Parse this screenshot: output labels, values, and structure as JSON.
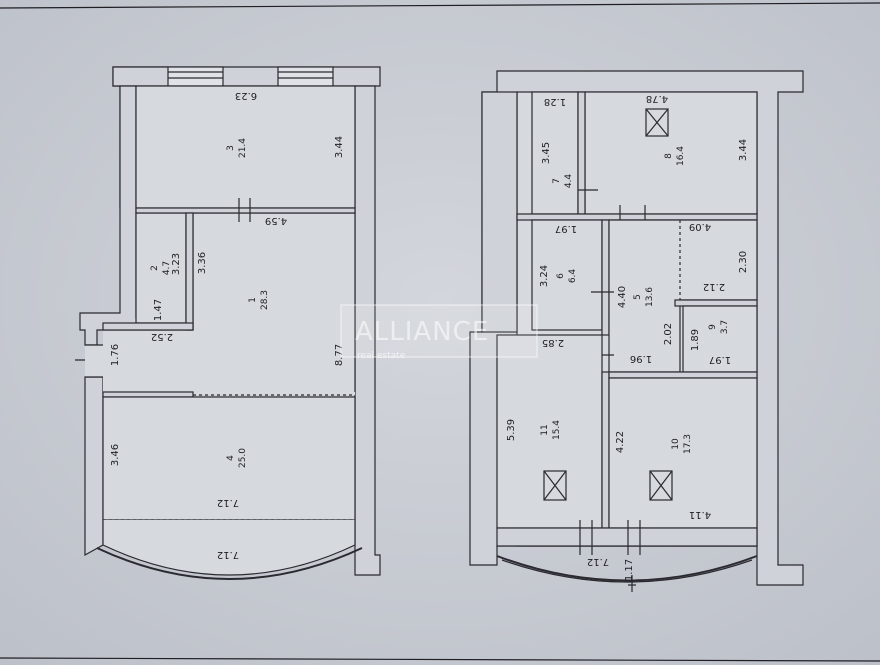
{
  "watermark": {
    "brand": "ALLIANCE",
    "tagline": "real estate"
  },
  "left_plan": {
    "dims": {
      "top_width": "6.23",
      "room3_height": "3.44",
      "room1_width": "4.59",
      "room2_height": "3.23",
      "room1_height": "3.36",
      "room2_width": "1.47",
      "corridor_width": "2.52",
      "door_width": "1.76",
      "total_height": "8.77",
      "room4_height": "3.46",
      "room4_width": "7.12",
      "bay_width": "7.12"
    },
    "rooms": [
      {
        "no": "3",
        "area": "21.4"
      },
      {
        "no": "2",
        "area": "4.7"
      },
      {
        "no": "1",
        "area": "28.3"
      },
      {
        "no": "4",
        "area": "25.0"
      }
    ]
  },
  "right_plan": {
    "dims": {
      "r7_width": "1.28",
      "r7_height": "3.45",
      "r8_width": "4.78",
      "r8_height": "3.44",
      "r6_width": "1.97",
      "r6_height": "3.24",
      "r5_height": "4.40",
      "r5_top": "4.09",
      "r5_notch": "2.12",
      "r5_right": "2.30",
      "r5_small": "2.02",
      "r9_height": "1.89",
      "r9_width": "1.97",
      "r11_width": "2.85",
      "r5_bottom": "1.96",
      "r11_height": "5.39",
      "r10_height": "4.22",
      "r10_width": "4.11",
      "bay_width": "7.12",
      "bay_depth": "1.17"
    },
    "rooms": [
      {
        "no": "7",
        "area": "4.4"
      },
      {
        "no": "8",
        "area": "16.4"
      },
      {
        "no": "6",
        "area": "6.4"
      },
      {
        "no": "5",
        "area": "13.6"
      },
      {
        "no": "9",
        "area": "3.7"
      },
      {
        "no": "11",
        "area": "15.4"
      },
      {
        "no": "10",
        "area": "17.3"
      }
    ]
  }
}
